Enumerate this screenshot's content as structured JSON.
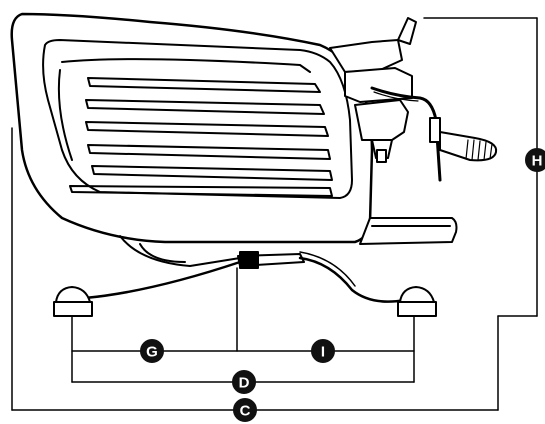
{
  "dimension_labels": {
    "G": "G",
    "I": "I",
    "D": "D",
    "C": "C",
    "H": "H"
  },
  "colors": {
    "ink": "#000000",
    "paper": "#ffffff",
    "badge_fill": "#111111"
  },
  "icons": [
    "espresso-machine-drawing"
  ]
}
